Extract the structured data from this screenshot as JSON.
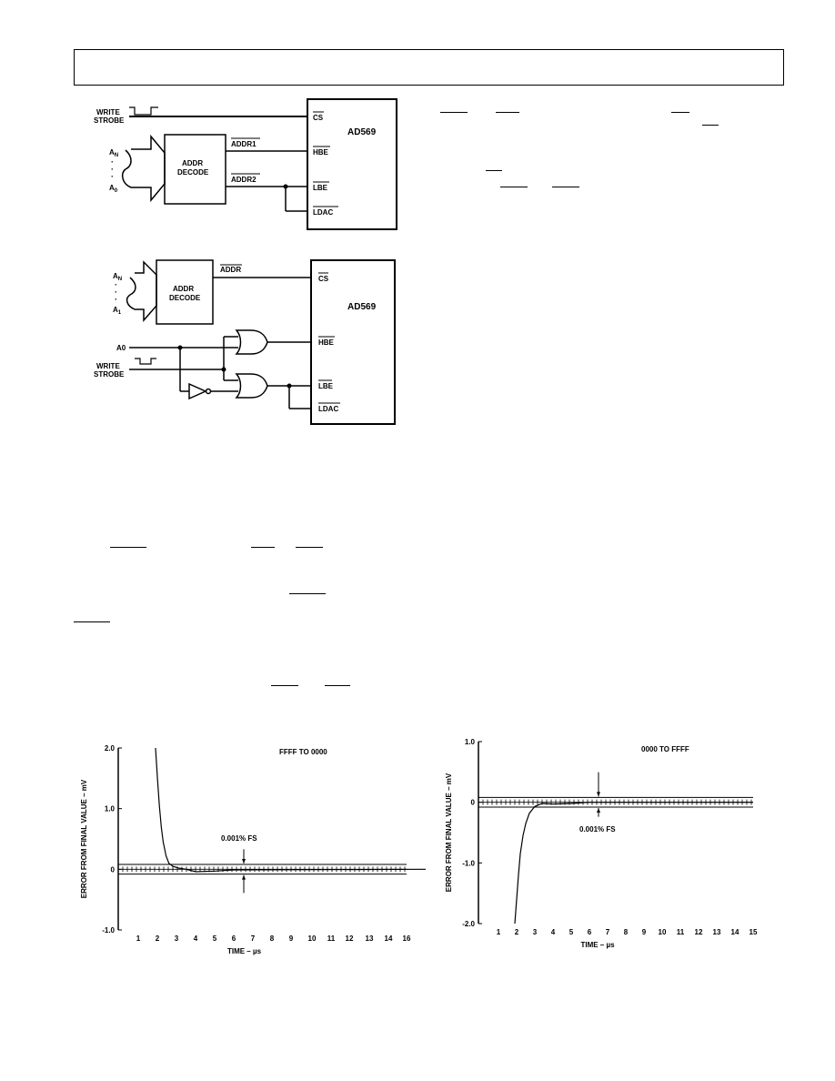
{
  "diagram1": {
    "write_strobe": [
      "WRITE",
      "STROBE"
    ],
    "addr_lines": {
      "top": "A",
      "top_sub": "N",
      "bottom": "A",
      "bottom_sub": "0"
    },
    "decoder": [
      "ADDR",
      "DECODE"
    ],
    "signals": {
      "addr1": "ADDR1",
      "addr2": "ADDR2"
    },
    "chip": "AD569",
    "pins": {
      "cs": "CS",
      "hbe": "HBE",
      "lbe": "LBE",
      "ldac": "LDAC"
    }
  },
  "diagram2": {
    "addr_lines": {
      "top": "A",
      "top_sub": "N",
      "bottom": "A",
      "bottom_sub": "1"
    },
    "decoder": [
      "ADDR",
      "DECODE"
    ],
    "signals": {
      "addr": "ADDR",
      "a0": "A0"
    },
    "write_strobe": [
      "WRITE",
      "STROBE"
    ],
    "chip": "AD569",
    "pins": {
      "cs": "CS",
      "hbe": "HBE",
      "lbe": "LBE",
      "ldac": "LDAC"
    }
  },
  "chart_data": [
    {
      "type": "line",
      "title": "FFFF TO 0000",
      "xlabel": "TIME – µs",
      "ylabel": "ERROR FROM FINAL VALUE – mV",
      "xlim": [
        0,
        16
      ],
      "ylim": [
        -1.0,
        2.0
      ],
      "x_ticks": [
        "1",
        "2",
        "3",
        "4",
        "5",
        "6",
        "7",
        "8",
        "9",
        "10",
        "11",
        "12",
        "13",
        "14",
        "16"
      ],
      "y_ticks": [
        "2.0",
        "1.0",
        "0",
        "-1.0"
      ],
      "annotation": "0.001% FS",
      "band": [
        -0.08,
        0.08
      ],
      "x": [
        1.9,
        2.0,
        2.1,
        2.2,
        2.3,
        2.45,
        2.6,
        2.8,
        3.1,
        3.5,
        4.0,
        5.0,
        6.0,
        16.0
      ],
      "y": [
        2.0,
        1.5,
        1.05,
        0.7,
        0.45,
        0.22,
        0.1,
        0.05,
        0.02,
        0.0,
        -0.04,
        -0.03,
        -0.01,
        0.0
      ]
    },
    {
      "type": "line",
      "title": "0000 TO FFFF",
      "xlabel": "TIME – µs",
      "ylabel": "ERROR FROM FINAL VALUE – mV",
      "xlim": [
        0,
        15
      ],
      "ylim": [
        -2.0,
        1.0
      ],
      "x_ticks": [
        "1",
        "2",
        "3",
        "4",
        "5",
        "6",
        "7",
        "8",
        "9",
        "10",
        "11",
        "12",
        "13",
        "14",
        "15"
      ],
      "y_ticks": [
        "1.0",
        "0",
        "-1.0",
        "-2.0"
      ],
      "annotation": "0.001% FS",
      "band": [
        -0.08,
        0.08
      ],
      "x": [
        1.9,
        2.0,
        2.1,
        2.2,
        2.35,
        2.5,
        2.7,
        3.0,
        3.4,
        4.0,
        5.0,
        6.0,
        15.0
      ],
      "y": [
        -2.0,
        -1.6,
        -1.2,
        -0.85,
        -0.55,
        -0.35,
        -0.18,
        -0.07,
        -0.02,
        -0.03,
        -0.02,
        0.0,
        0.0
      ]
    }
  ]
}
